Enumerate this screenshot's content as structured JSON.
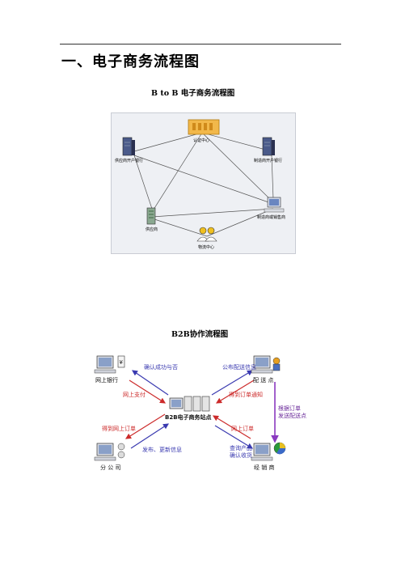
{
  "heading": "一、电子商务流程图",
  "fig1": {
    "caption": "B to B 电子商务流程图",
    "nodes": {
      "cert": "认证中心",
      "supplier_bank": "供应商开户银行",
      "maker_bank": "制造商开户银行",
      "supplier": "供应商",
      "maker": "制造商或销售商",
      "logistics": "物流中心"
    }
  },
  "fig2": {
    "caption": "B2B协作流程图",
    "nodes": {
      "bank": "网上银行",
      "dist": "配 送 点",
      "center": "B2B电子商务站点",
      "branch": "分 公 司",
      "dealer": "经 销 商"
    },
    "arrows": {
      "confirm": "确认成功与否",
      "pay": "网上支付",
      "publish_ship": "公布配送信息",
      "get_notice": "得到订单通知",
      "by_order_1": "根据订单",
      "by_order_2": "发送配送点",
      "get_order": "得到网上订单",
      "post_update": "发布、更新信息",
      "online_order": "网上订单",
      "query_1": "查询产品",
      "query_2": "确认收货"
    }
  },
  "colors": {
    "blue": "#3a3ab0",
    "red": "#cc2a2a",
    "purple": "#8a3ac0",
    "panel": "#eef0f4"
  }
}
